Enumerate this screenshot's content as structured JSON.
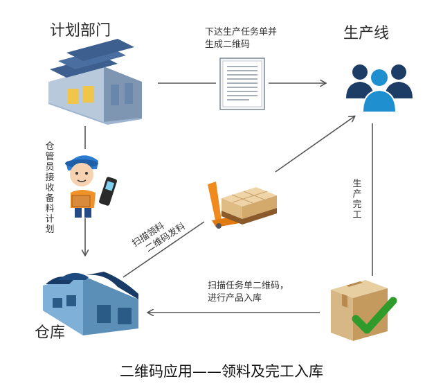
{
  "nodes": {
    "planning": "计划部门",
    "production": "生产线",
    "warehouse": "仓库"
  },
  "edges": {
    "issue_order": [
      "下达生产任务单并",
      "生成二维码"
    ],
    "keeper_plan": "仓管员接收备料计划",
    "scan_pick": [
      "扫描领料",
      "二维码发料"
    ],
    "finished": "生产完工",
    "scan_store": [
      "扫描任务单二维码，",
      "进行产品入库"
    ]
  },
  "caption": "二维码应用——领料及完工入库",
  "colors": {
    "arrow": "#555555",
    "factory_roof": "#3d5f8f",
    "people": "#1d3d66",
    "people_center": "#1f8fd0",
    "box": "#d8b786",
    "check": "#2f9b2a"
  }
}
